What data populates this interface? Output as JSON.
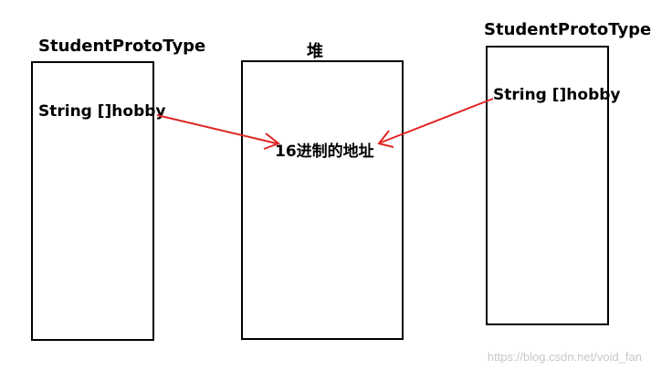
{
  "left": {
    "title": "StudentProtoType",
    "field": "String []hobby"
  },
  "heap": {
    "title": "堆",
    "address": "16进制的地址"
  },
  "right": {
    "title": "StudentProtoType",
    "field": "String []hobby"
  },
  "colors": {
    "arrow": "#e02424",
    "border": "#000000"
  },
  "watermark": "https://blog.csdn.net/void_fan"
}
